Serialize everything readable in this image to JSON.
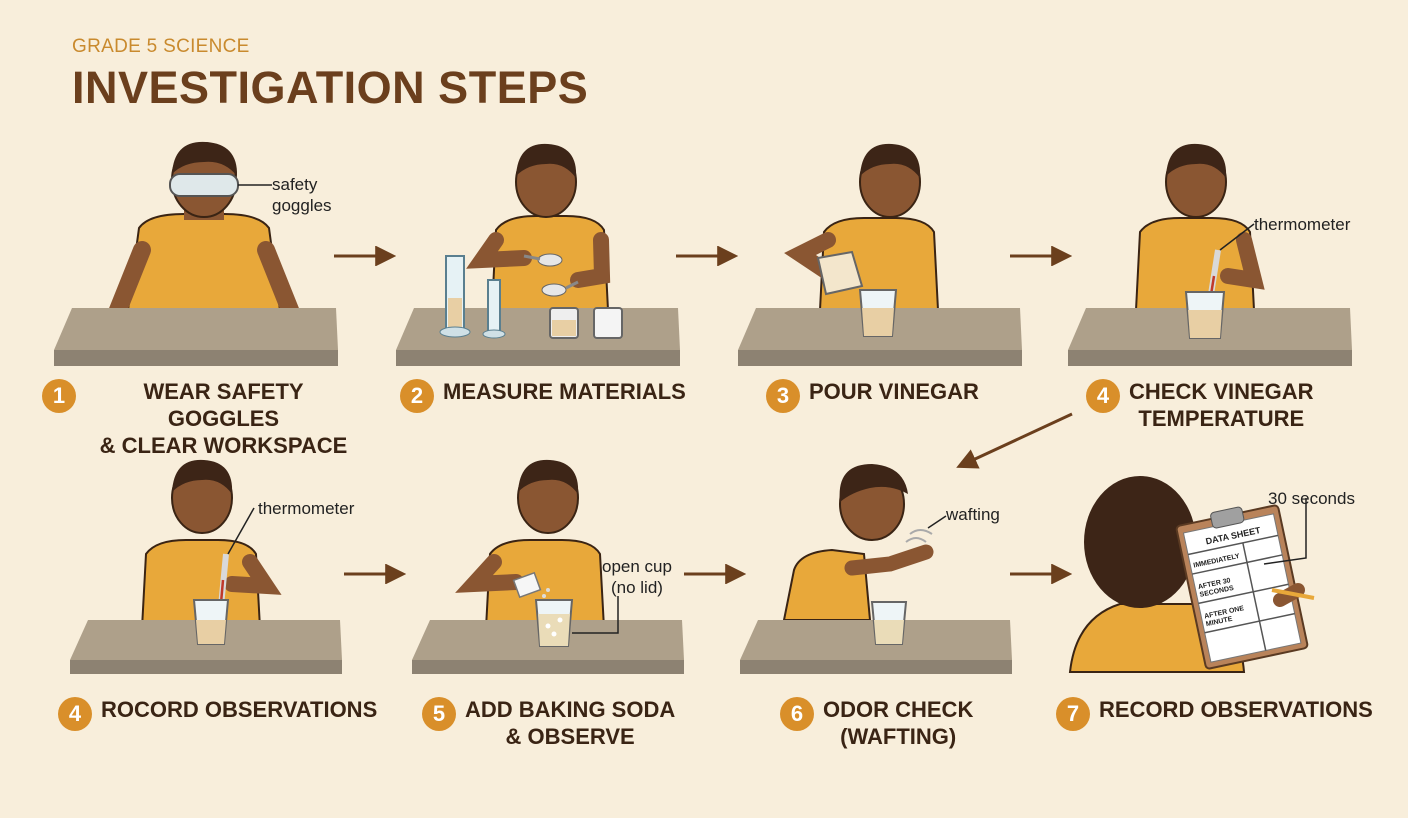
{
  "header": {
    "subtitle": "GRADE 5 SCIENCE",
    "title": "INVESTIGATION STEPS"
  },
  "steps": [
    {
      "number": "1",
      "label": "WEAR SAFETY GOGGLES\n& CLEAR WORKSPACE",
      "callout": "safety\ngoggles"
    },
    {
      "number": "2",
      "label": "MEASURE MATERIALS"
    },
    {
      "number": "3",
      "label": "POUR VINEGAR"
    },
    {
      "number": "4",
      "label": "CHECK VINEGAR\nTEMPERATURE",
      "callout": "thermometer"
    },
    {
      "number": "4",
      "label": "ROCORD OBSERVATIONS",
      "callout": "thermometer"
    },
    {
      "number": "5",
      "label": "ADD BAKING SODA\n& OBSERVE",
      "callout": "open cup\n(no lid)"
    },
    {
      "number": "6",
      "label": "ODOR CHECK\n(WAFTING)",
      "callout": "wafting"
    },
    {
      "number": "7",
      "label": "RECORD OBSERVATIONS",
      "callout": "30 seconds"
    }
  ],
  "data_sheet": {
    "title": "DATA SHEET",
    "rows": [
      "IMMEDIATELY",
      "AFTER 30\nSECONDS",
      "AFTER ONE\nMINUTE"
    ]
  },
  "colors": {
    "background": "#f8eedb",
    "shirt": "#e8a83a",
    "skin": "#8a5632",
    "hair": "#3d2517",
    "table": "#aea08a",
    "badge": "#d98f2a",
    "title": "#6b3f1d",
    "arrow": "#6b3f1d"
  }
}
